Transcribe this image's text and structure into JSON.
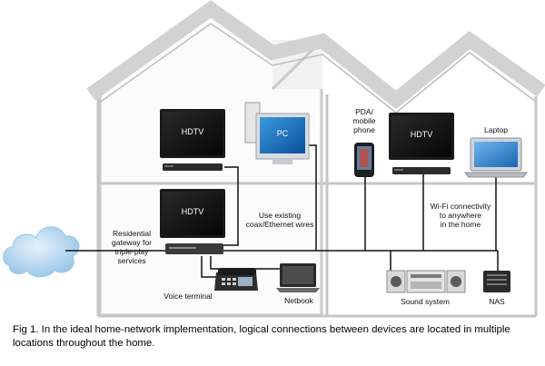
{
  "devices": {
    "hdtv_upper_left": "HDTV",
    "pc": "PC",
    "hdtv_upper_right": "HDTV",
    "hdtv_lower_left": "HDTV"
  },
  "labels": {
    "pda": "PDA/\nmobile\nphone",
    "laptop": "Laptop",
    "coax": "Use existing\ncoax/Ethernet wires",
    "wifi": "Wi-Fi connectivity\nto anywhere\nin the home",
    "gateway": "Residential\ngateway for\ntriple-play\nservices",
    "voice_terminal": "Voice terminal",
    "netbook": "Netbook",
    "sound_system": "Sound system",
    "nas": "NAS"
  },
  "caption": "Fig 1. In the ideal home-network implementation, logical connections between devices are located in multiple locations throughout the home."
}
